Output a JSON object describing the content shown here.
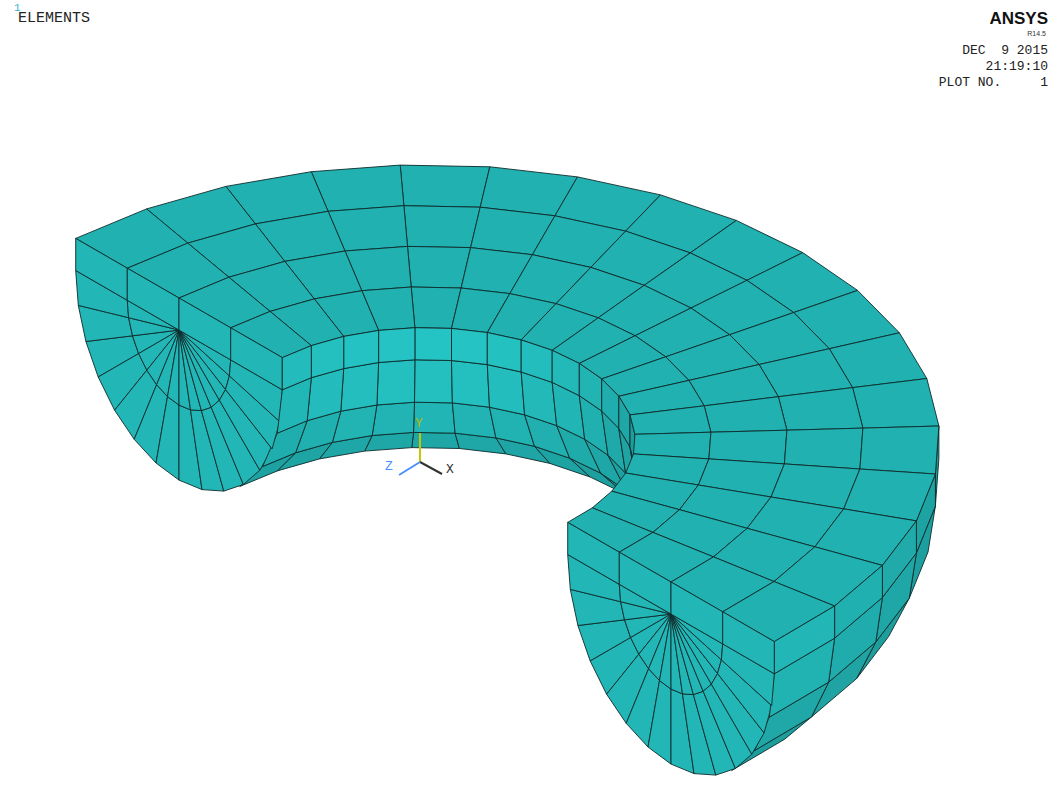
{
  "diagram": {
    "labels": [
      "1",
      "ELEMENTS",
      "ANSYS",
      "R14.5",
      "DEC  9 2015",
      "21:19:10",
      "PLOT NO.     1",
      "Y",
      "Z",
      "X"
    ]
  }
}
